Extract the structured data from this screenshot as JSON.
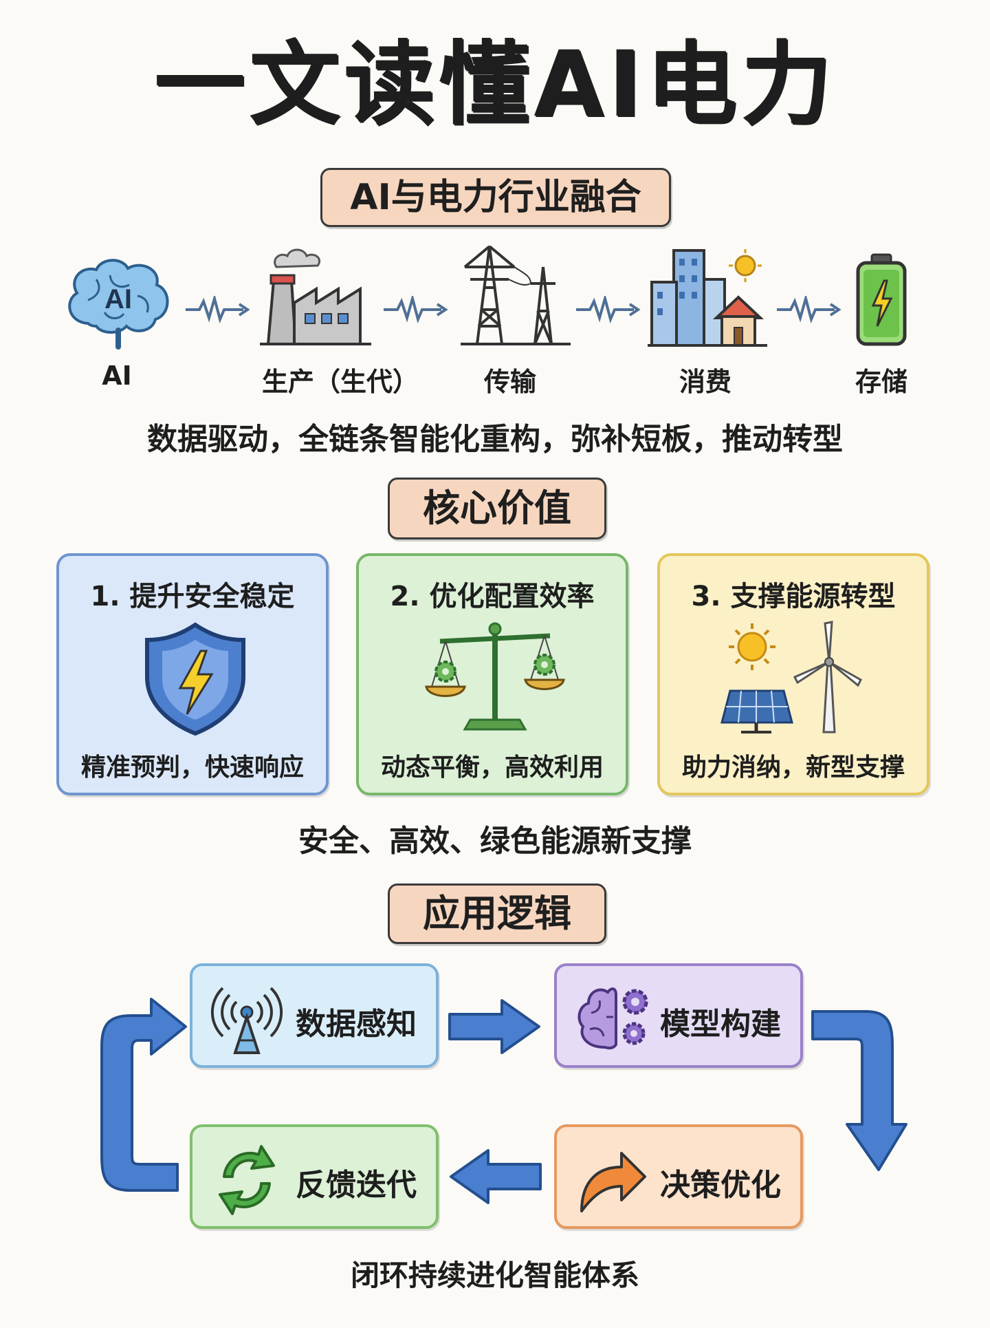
{
  "title": "一文读懂AI电力",
  "section1": {
    "heading": "AI与电力行业融合",
    "chain": [
      "AI",
      "生产（生代）",
      "传输",
      "消费",
      "存储"
    ],
    "brain_text": "AI",
    "summary": "数据驱动，全链条智能化重构，弥补短板，推动转型"
  },
  "section2": {
    "heading": "核心价值",
    "cards": [
      {
        "title": "1. 提升安全稳定",
        "sub": "精准预判，快速响应",
        "color": "#dbe8fa",
        "border": "#6f95cf"
      },
      {
        "title": "2. 优化配置效率",
        "sub": "动态平衡，高效利用",
        "color": "#dcf1d6",
        "border": "#77b86a"
      },
      {
        "title": "3. 支撑能源转型",
        "sub": "助力消纳，新型支撑",
        "color": "#fbf0c6",
        "border": "#e3c75a"
      }
    ],
    "summary": "安全、高效、绿色能源新支撑"
  },
  "section3": {
    "heading": "应用逻辑",
    "steps": [
      {
        "label": "数据感知",
        "color": "#daeefa",
        "border": "#7bb2da"
      },
      {
        "label": "模型构建",
        "color": "#e6dcf5",
        "border": "#9a80c9"
      },
      {
        "label": "决策优化",
        "color": "#fde2cc",
        "border": "#e59a5f"
      },
      {
        "label": "反馈迭代",
        "color": "#dcf1d6",
        "border": "#7fbf6d"
      }
    ],
    "summary": "闭环持续进化智能体系"
  }
}
